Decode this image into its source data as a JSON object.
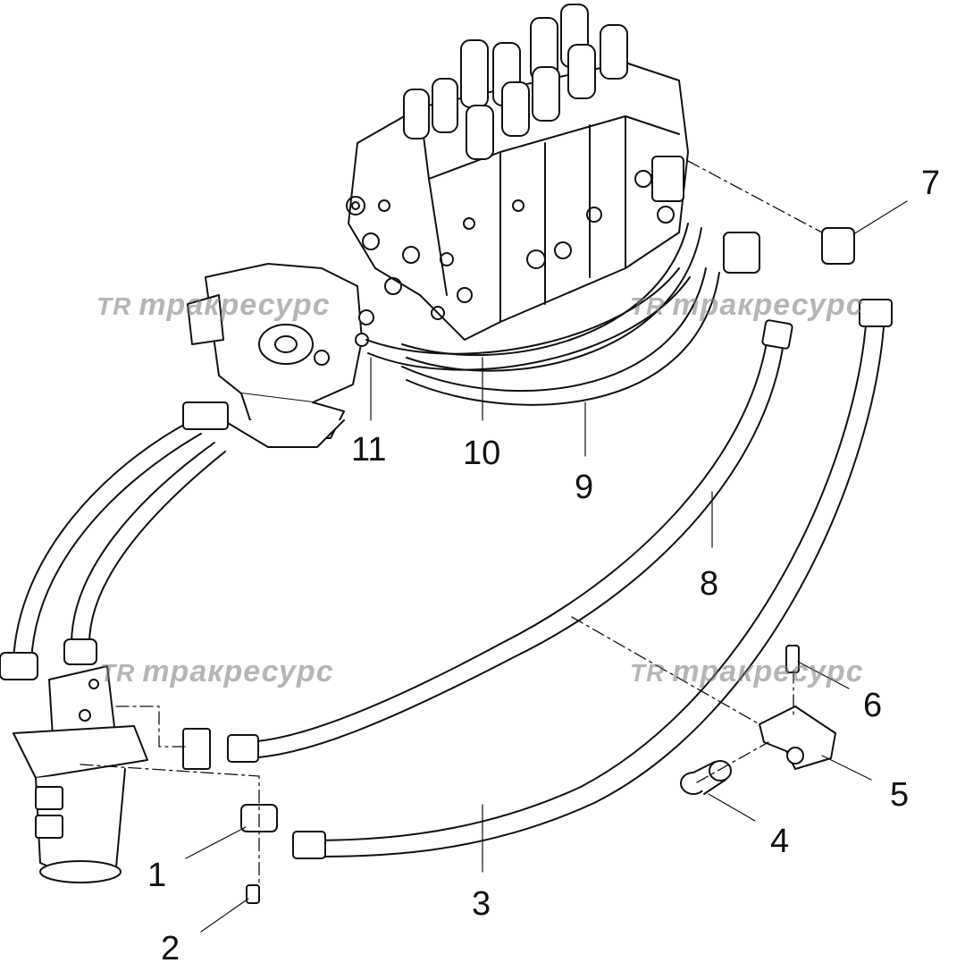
{
  "watermark": {
    "logo": "TR",
    "text": "тракресурс"
  },
  "callouts": [
    "1",
    "2",
    "3",
    "4",
    "5",
    "6",
    "7",
    "8",
    "9",
    "10",
    "11"
  ],
  "colors": {
    "line": "#111111",
    "watermark": "#8a8a8a"
  }
}
